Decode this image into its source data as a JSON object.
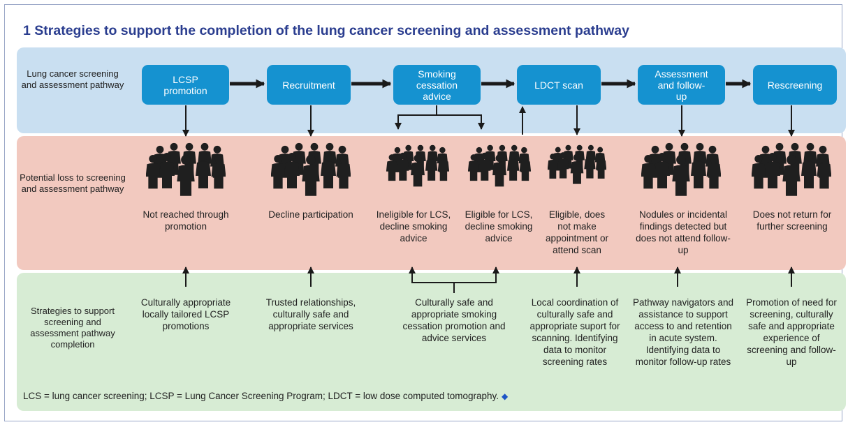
{
  "title": "1  Strategies to support the completion of the lung cancer screening and assessment pathway",
  "rows": {
    "pathway": "Lung cancer screening and assessment pathway",
    "loss": "Potential loss to screening and assessment pathway",
    "strategies": "Strategies to support screening and assessment pathway completion"
  },
  "steps": [
    "LCSP promotion",
    "Recruitment",
    "Smoking cessation advice",
    "LDCT scan",
    "Assessment and follow-up",
    "Rescreening"
  ],
  "losses": [
    "Not reached through promotion",
    "Decline participation",
    "Ineligible for LCS, decline smoking advice",
    "Eligible for LCS, decline smoking advice",
    "Eligible, does not make appointment or attend scan",
    "Nodules or incidental findings detected but does not attend follow-up",
    "Does not return for further screening"
  ],
  "strategies": [
    "Culturally appropriate locally tailored LCSP promotions",
    "Trusted relationships, culturally safe and appropriate services",
    "Culturally safe and appropriate smoking cessation promotion and advice services",
    "Local coordination of culturally safe and appropriate suport for scanning. Identifying data to monitor screening rates",
    "Pathway navigators and assistance to support access to and retention in acute system. Identifying data to monitor follow-up rates",
    "Promotion of need for screening, culturally safe and appropriate experience of screening and follow-up"
  ],
  "footer": "LCS = lung cancer screening; LCSP = Lung Cancer Screening Program; LDCT = low dose computed tomography.",
  "colors": {
    "title": "#2a3d8f",
    "step_box": "#1592d0",
    "pathway_band": "#c9dff1",
    "loss_band": "#f2c9bf",
    "strategy_band": "#d7ecd4",
    "arrow": "#1a1a1a",
    "people_icon": "#1f1f1f",
    "end_marker": "#1d55c6"
  },
  "icons": [
    "people-group-icon",
    "diamond-icon"
  ]
}
